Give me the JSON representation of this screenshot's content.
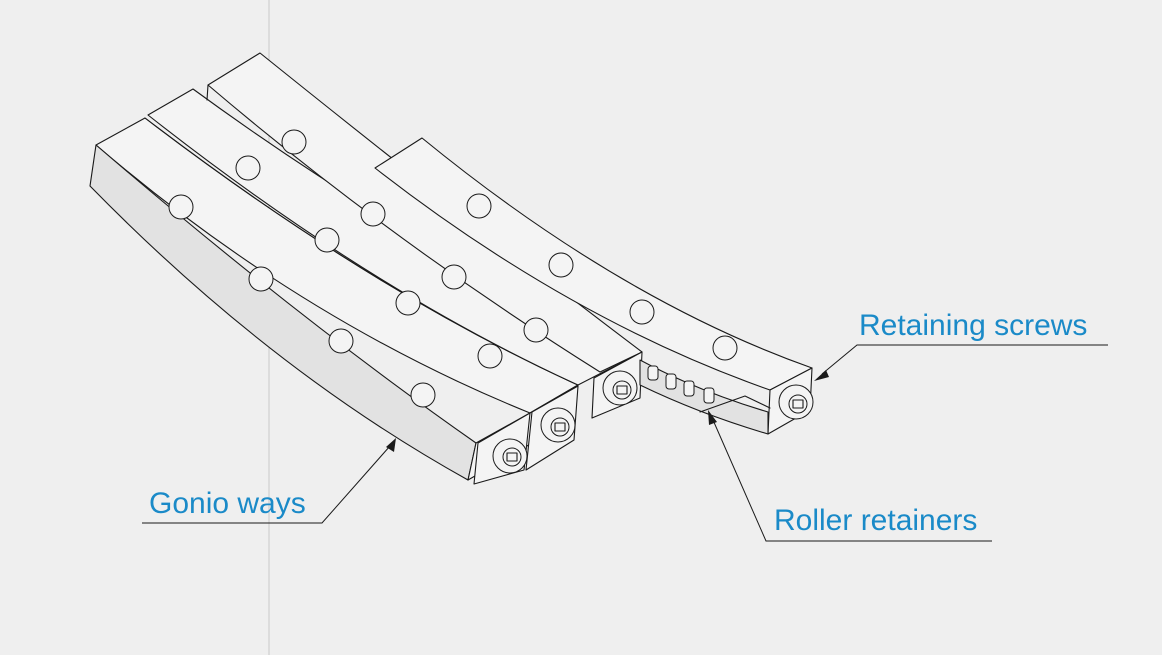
{
  "labels": {
    "retaining_screws": "Retaining screws",
    "gonio_ways": "Gonio ways",
    "roller_retainers": "Roller retainers"
  },
  "colors": {
    "background": "#efefef",
    "label_text": "#1a8ac8",
    "line_art": "#1a1a1a"
  }
}
